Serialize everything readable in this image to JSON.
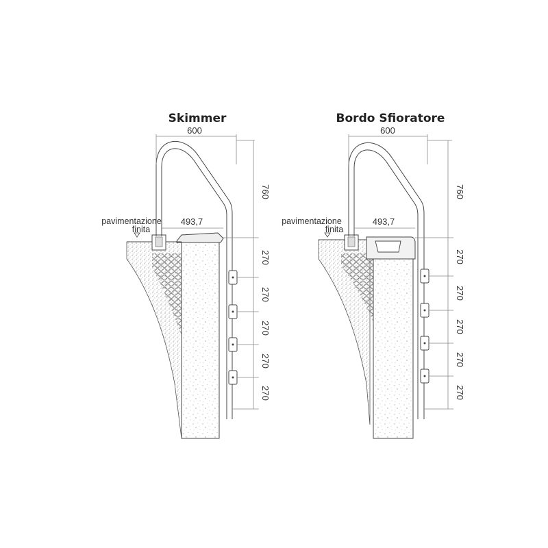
{
  "diagrams": [
    {
      "title": "Skimmer",
      "width_label": "600",
      "height_label": "760",
      "reach_label": "493,7",
      "step_labels": [
        "270",
        "270",
        "270",
        "270",
        "270"
      ],
      "floor_label_line1": "pavimentazione",
      "floor_label_line2": "finita",
      "edge": "skimmer"
    },
    {
      "title": "Bordo Sfioratore",
      "width_label": "600",
      "height_label": "760",
      "reach_label": "493,7",
      "step_labels": [
        "270",
        "270",
        "270",
        "270",
        "270"
      ],
      "floor_label_line1": "pavimentazione",
      "floor_label_line2": "finita",
      "edge": "overflow"
    }
  ],
  "colors": {
    "line": "#444444",
    "dimension": "#888888",
    "concrete_dot": "#999999"
  }
}
